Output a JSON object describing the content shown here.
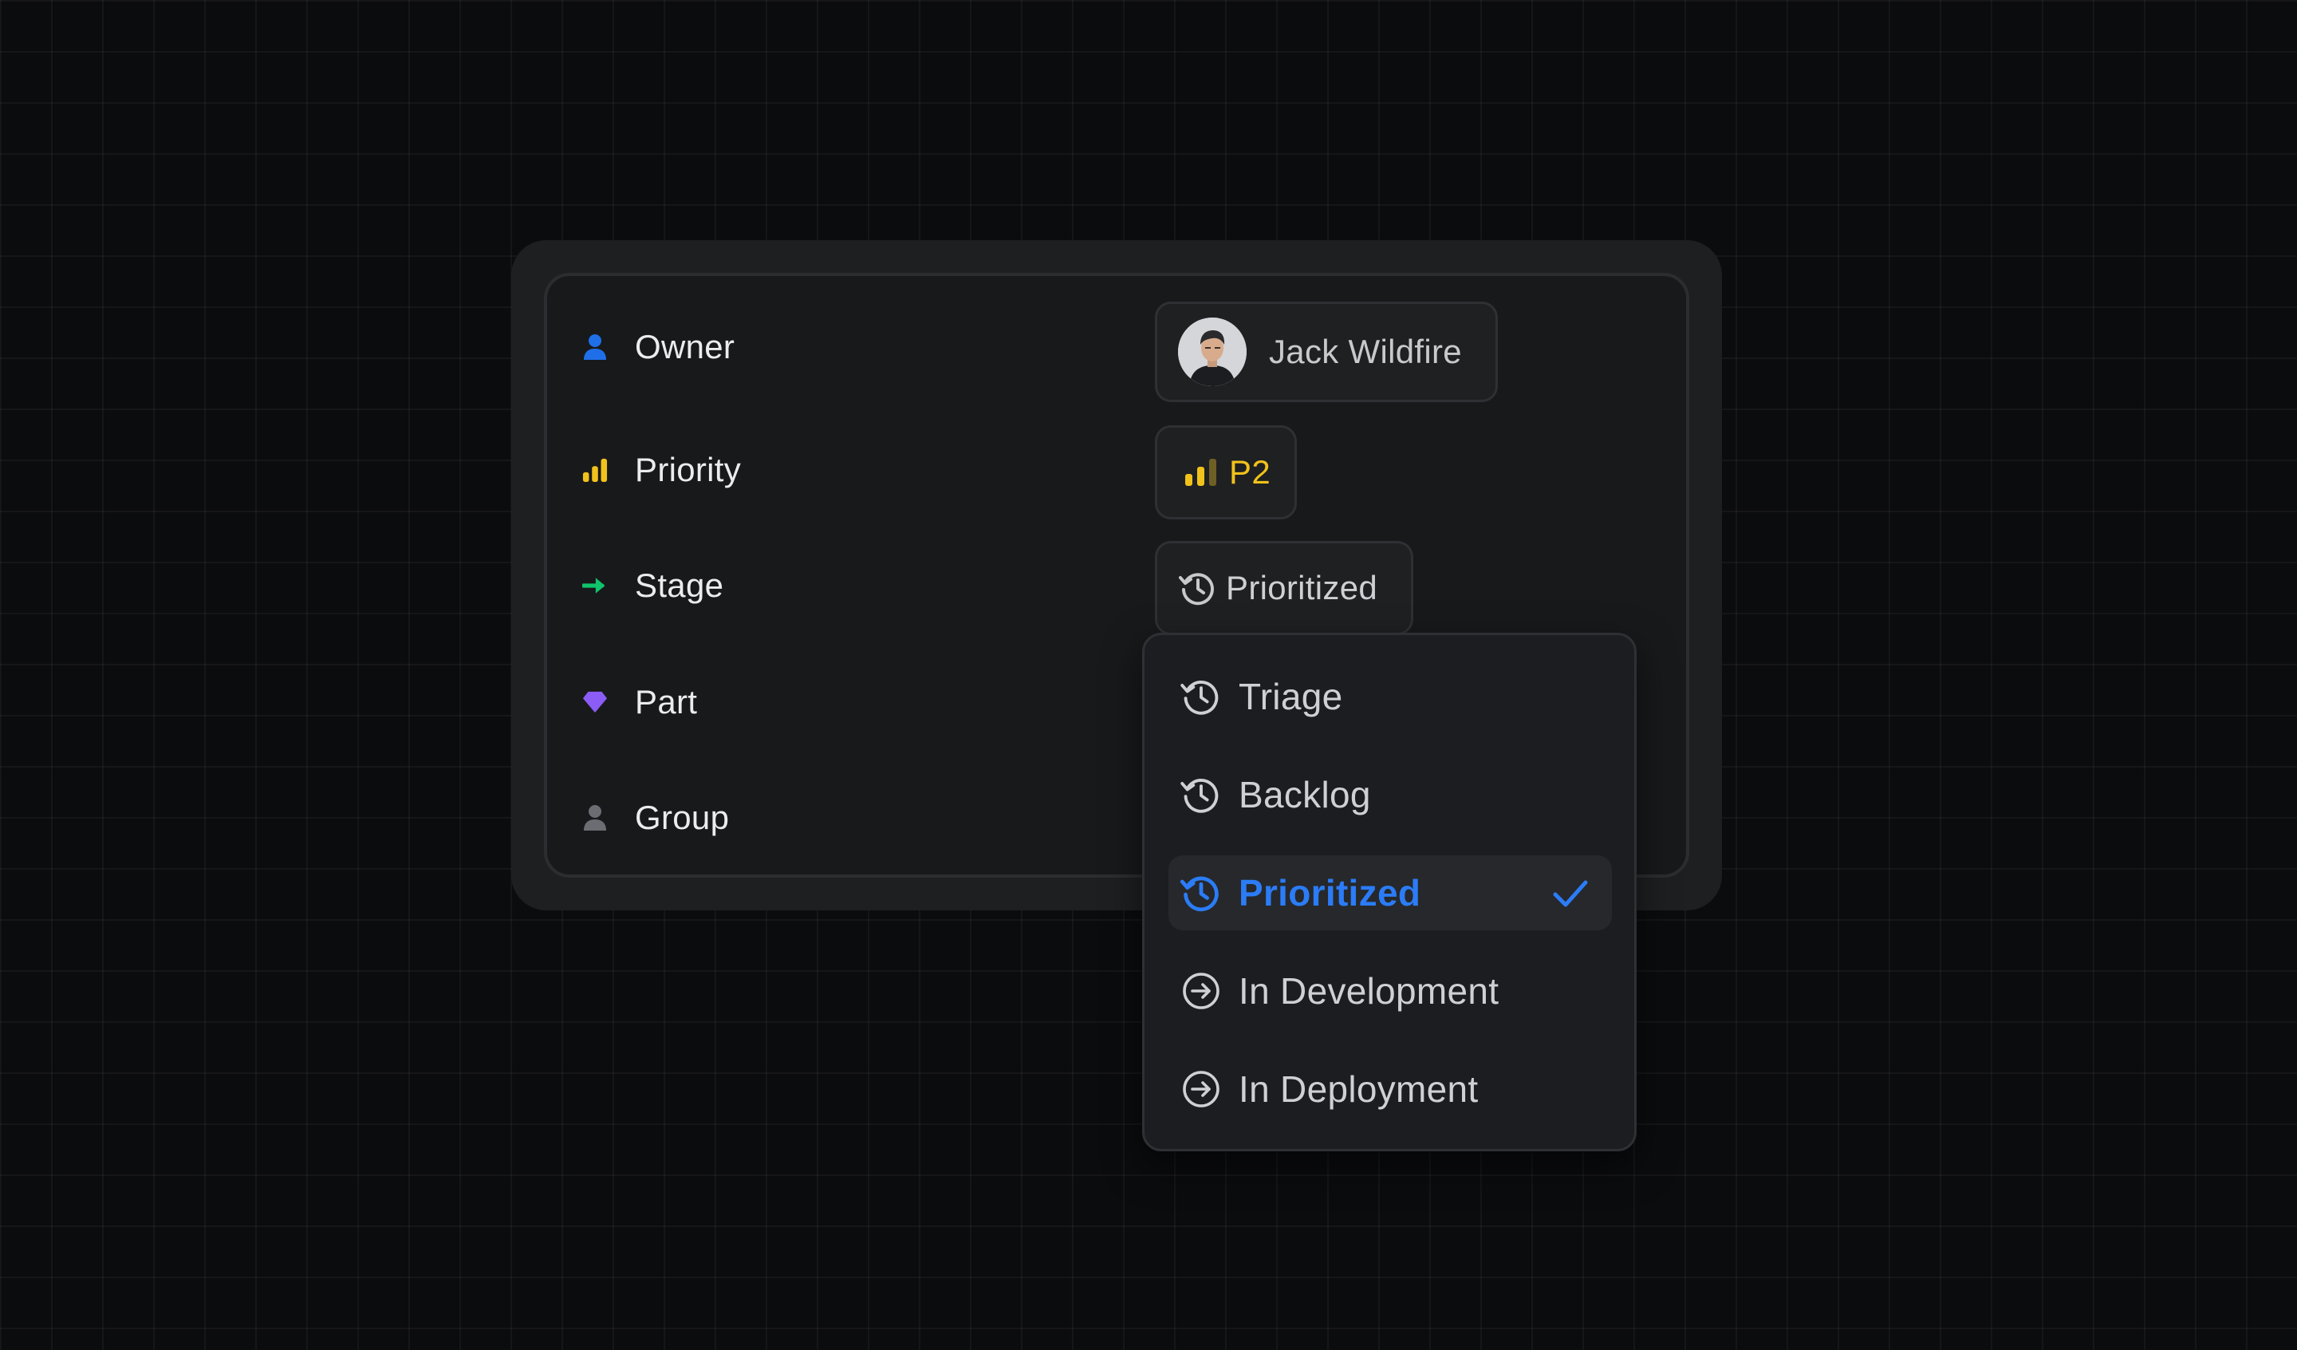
{
  "attributes": [
    {
      "label": "Owner",
      "icon": "person-icon",
      "icon_color": "#1f6fe8"
    },
    {
      "label": "Priority",
      "icon": "signal-bars-icon",
      "icon_color": "#f1c21b"
    },
    {
      "label": "Stage",
      "icon": "arrow-right-icon",
      "icon_color": "#10c46b"
    },
    {
      "label": "Part",
      "icon": "gem-icon",
      "icon_color": "#8b5cf6"
    },
    {
      "label": "Group",
      "icon": "person-icon",
      "icon_color": "#6b6d72"
    }
  ],
  "values": {
    "owner": {
      "name": "Jack Wildfire",
      "avatar": "avatar-photo"
    },
    "priority": {
      "label": "P2",
      "color": "#f1c21b",
      "level": 2,
      "max_level": 3
    },
    "stage": {
      "label": "Prioritized",
      "icon": "history-clock-icon"
    }
  },
  "stage_dropdown": {
    "selected": "Prioritized",
    "accent_color": "#2b7cf6",
    "options": [
      {
        "label": "Triage",
        "icon": "history-clock-icon"
      },
      {
        "label": "Backlog",
        "icon": "history-clock-icon"
      },
      {
        "label": "Prioritized",
        "icon": "history-clock-icon",
        "selected": true
      },
      {
        "label": "In Development",
        "icon": "circle-arrow-right-icon"
      },
      {
        "label": "In Deployment",
        "icon": "circle-arrow-right-icon"
      }
    ]
  }
}
